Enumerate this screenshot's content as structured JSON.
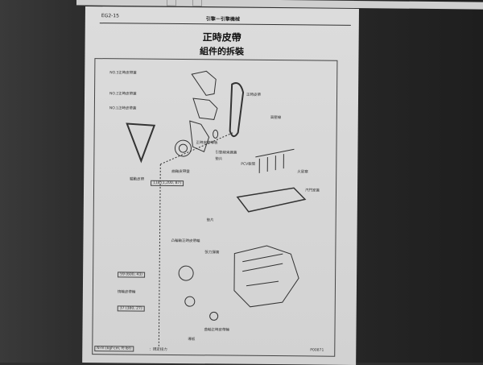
{
  "header": {
    "page_code": "EG2-15",
    "section": "引擎－引擎機械"
  },
  "title": {
    "main": "正時皮帶",
    "sub": "組件的拆裝"
  },
  "labels": {
    "no3_cover": "NO.3正時皮帶蓋",
    "no2_cover": "NO.2正時皮帶蓋",
    "no1_cover": "NO.1正時皮帶蓋",
    "timing_belt": "正時皮帶",
    "belt_guide": "正時皮帶導板",
    "hv_cord": "高壓線",
    "spark_plug": "火星塞",
    "head_cover": "汽門室蓋",
    "drive_belt": "驅動皮帶",
    "crank_pulley": "曲軸皮帶盤",
    "torque1": "118 (1,200, 87)",
    "pcv_hose": "PCV軟管",
    "gasket": "墊片",
    "gasket2": "墊片",
    "oil_seal": "引擎線束護蓋",
    "cam_pulley": "凸輪軸正時皮帶輪",
    "idler_spring": "張力彈簧",
    "torque2": "59 (600, 43)",
    "idler_pulley": "惰輪皮帶輪",
    "torque3": "37 (380, 27)",
    "crank_timing_pulley": "曲軸正時皮帶輪",
    "plate": "導板",
    "footer_box": "N·m (kgf·cm, ft·lbf)",
    "footer_note": "：規定扭力",
    "footer_id": "P00871"
  }
}
